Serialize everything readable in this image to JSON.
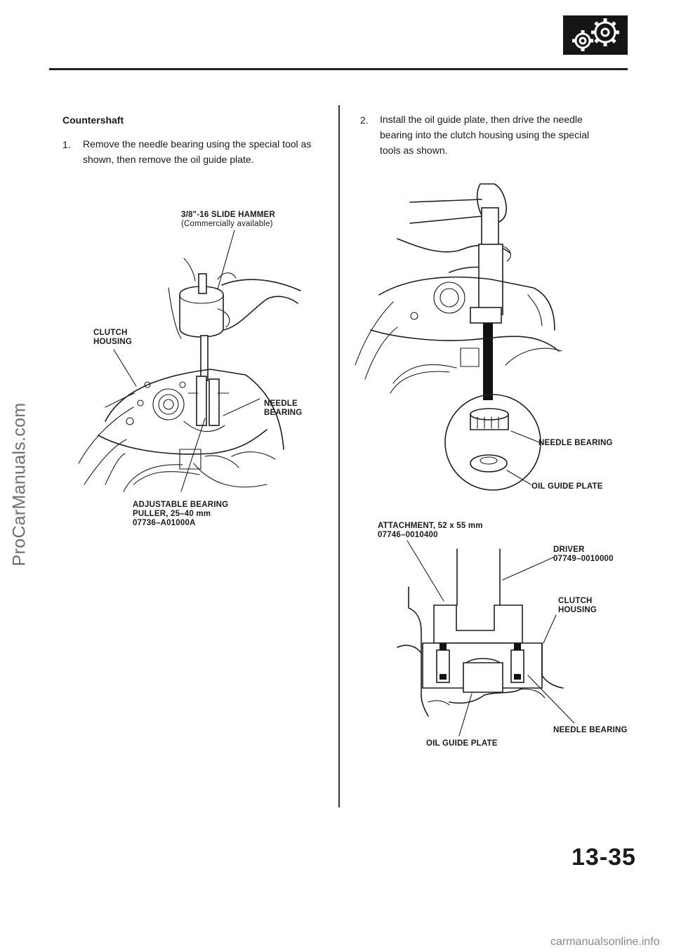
{
  "footer": {
    "site": "carmanualsonline.info"
  },
  "watermark": "ProCarManuals.com",
  "page_number": "13-35",
  "section_icon": "gears-icon",
  "left": {
    "heading": "Countershaft",
    "step": {
      "num": "1.",
      "line1": "Remove the needle bearing using the special tool as",
      "line2": "shown, then remove the oil guide plate."
    },
    "labels": {
      "slide_hammer_1": "3/8\"-16 SLIDE HAMMER",
      "slide_hammer_2": "(Commercially available)",
      "clutch_housing_1": "CLUTCH",
      "clutch_housing_2": "HOUSING",
      "needle_bearing_1": "NEEDLE",
      "needle_bearing_2": "BEARING",
      "puller_1": "ADJUSTABLE BEARING",
      "puller_2": "PULLER, 25–40 mm",
      "puller_3": "07736–A01000A"
    }
  },
  "right": {
    "step": {
      "num": "2.",
      "line1": "Install the oil guide plate, then drive the needle",
      "line2": "bearing into the clutch housing using the special",
      "line3": "tools as shown."
    },
    "labels": {
      "needle_bearing": "NEEDLE BEARING",
      "oil_guide_plate": "OIL GUIDE PLATE",
      "attachment_1": "ATTACHMENT, 52 x 55 mm",
      "attachment_2": "07746–0010400",
      "driver_1": "DRIVER",
      "driver_2": "07749–0010000",
      "clutch_housing_1": "CLUTCH",
      "clutch_housing_2": "HOUSING",
      "needle_bearing_bottom": "NEEDLE BEARING",
      "oil_guide_plate_bottom": "OIL GUIDE PLATE"
    }
  }
}
